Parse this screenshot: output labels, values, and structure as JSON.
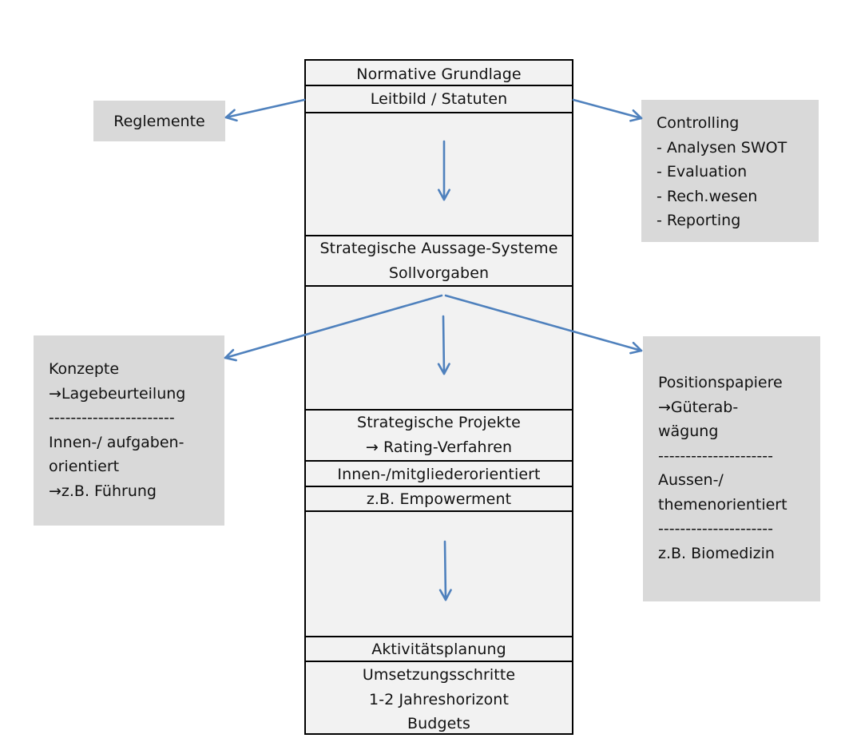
{
  "center_column": {
    "normative": "Normative Grundlage",
    "leitbild": "Leitbild / Statuten",
    "strategic_systems": [
      "Strategische Aussage-Systeme",
      "Sollvorgaben"
    ],
    "strategic_projects": [
      "Strategische Projekte",
      "→ Rating-Verfahren"
    ],
    "inner_oriented": "Innen-/mitgliederorientiert",
    "example_empowerment": "z.B. Empowerment",
    "activity_planning": "Aktivitätsplanung",
    "implementation": [
      "Umsetzungsschritte",
      "1-2 Jahreshorizont",
      "Budgets"
    ]
  },
  "side_boxes": {
    "reglemente": "Reglemente",
    "controlling": [
      "Controlling",
      "- Analysen SWOT",
      "- Evaluation",
      "- Rech.wesen",
      "- Reporting"
    ],
    "konzepte": [
      "Konzepte",
      "→Lagebeurteilung",
      "-----------------------",
      "Innen-/ aufgaben-",
      "orientiert",
      "→z.B. Führung"
    ],
    "positionspapiere": [
      "Positionspapiere",
      "→Güterab-",
      "wägung",
      "---------------------",
      "Aussen-/",
      "themenorientiert",
      "---------------------",
      "z.B. Biomedizin"
    ]
  },
  "colors": {
    "arrow": "#4f81bd",
    "column_fill": "#f2f2f2",
    "side_fill": "#d9d9d9",
    "border": "#000000"
  }
}
